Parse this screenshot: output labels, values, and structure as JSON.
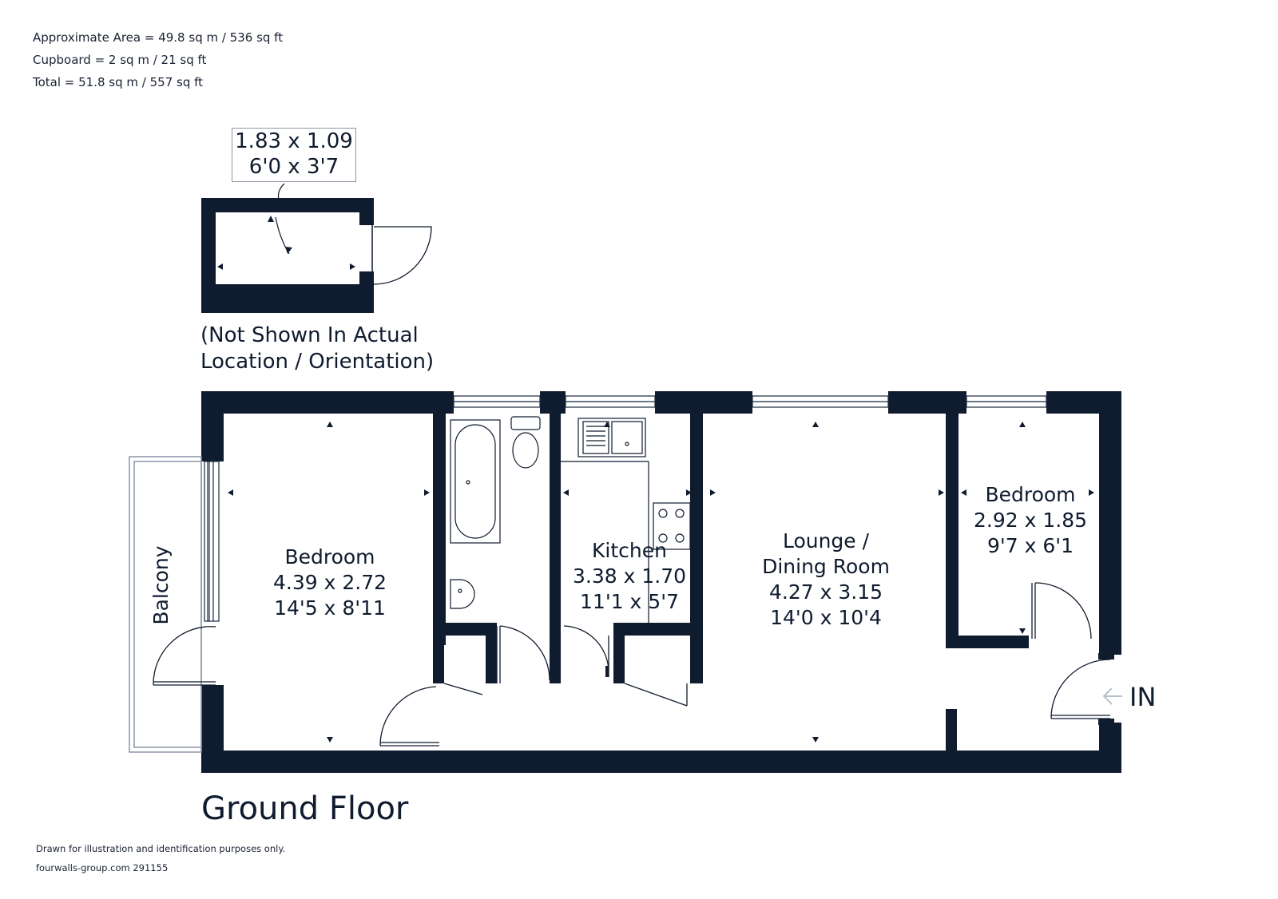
{
  "area_summary": {
    "approximate": "Approximate Area = 49.8 sq m / 536 sq ft",
    "cupboard": "Cupboard = 2 sq m / 21 sq ft",
    "total": "Total = 51.8 sq m / 557 sq ft"
  },
  "cupboard": {
    "metric": "1.83 x 1.09",
    "imperial": "6'0 x 3'7",
    "note_line1": "(Not Shown In Actual",
    "note_line2": "Location / Orientation)"
  },
  "rooms": {
    "bedroom1": {
      "name": "Bedroom",
      "metric": "4.39 x 2.72",
      "imperial": "14'5 x 8'11"
    },
    "kitchen": {
      "name": "Kitchen",
      "metric": "3.38 x 1.70",
      "imperial": "11'1 x 5'7"
    },
    "lounge": {
      "name_line1": "Lounge /",
      "name_line2": "Dining Room",
      "metric": "4.27 x 3.15",
      "imperial": "14'0 x 10'4"
    },
    "bedroom2": {
      "name": "Bedroom",
      "metric": "2.92 x 1.85",
      "imperial": "9'7 x 6'1"
    },
    "balcony": {
      "name": "Balcony"
    }
  },
  "entrance_label": "IN",
  "floor_title": "Ground Floor",
  "footer": {
    "disclaimer": "Drawn for illustration and identification purposes only.",
    "reference": "fourwalls-group.com 291155"
  },
  "colors": {
    "wall": "#0f1b2e",
    "line": "#1a2a3e",
    "light_line": "#8a96a6"
  }
}
